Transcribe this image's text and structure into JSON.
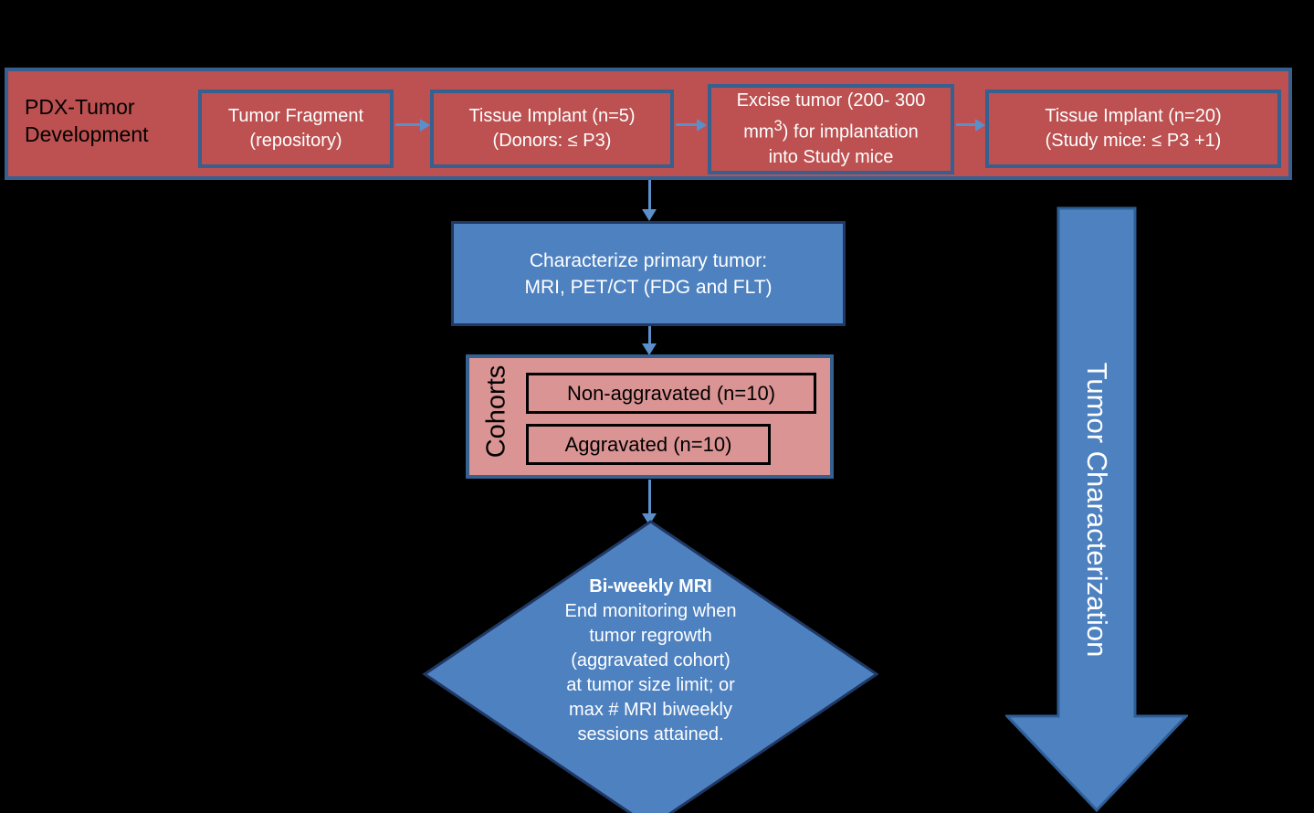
{
  "banner": {
    "title": "PDX-Tumor Development",
    "steps": [
      "Tumor Fragment (repository)",
      "Tissue Implant (n=5) (Donors: ≤ P3)",
      "Excise tumor (200- 300 mm³) for implantation into Study mice",
      "Tissue Implant (n=20) (Study mice: ≤ P3 +1)"
    ],
    "step_lines": {
      "s1_l1": "Tumor Fragment",
      "s1_l2": "(repository)",
      "s2_l1": "Tissue Implant (n=5)",
      "s2_l2": "(Donors: ≤ P3)",
      "s3_l1": "Excise tumor (200- 300",
      "s3_l2_a": "mm",
      "s3_l2_sup": "3",
      "s3_l2_b": ") for implantation",
      "s3_l3": "into Study mice",
      "s4_l1": "Tissue Implant (n=20)",
      "s4_l2": "(Study mice: ≤ P3 +1)"
    }
  },
  "characterize": {
    "line1": "Characterize primary tumor:",
    "line2": "MRI, PET/CT (FDG and FLT)"
  },
  "cohorts": {
    "label": "Cohorts",
    "items": [
      "Non-aggravated (n=10)",
      "Aggravated (n=10)"
    ]
  },
  "decision": {
    "heading": "Bi-weekly MRI",
    "lines": [
      "End monitoring when",
      "tumor regrowth",
      "(aggravated cohort)",
      "at tumor size limit; or",
      "max # MRI biweekly",
      "sessions attained."
    ]
  },
  "side_arrow": {
    "label": "Tumor Characterization"
  },
  "colors": {
    "background": "#000000",
    "red_fill": "#BD5050",
    "blue_border": "#35608F",
    "blue_fill": "#4E81C0",
    "dark_blue_border": "#1F3864",
    "pink_fill": "#DB9494",
    "connector": "#5B8FC9",
    "white_text": "#FFFFFF",
    "black_text": "#000000"
  }
}
